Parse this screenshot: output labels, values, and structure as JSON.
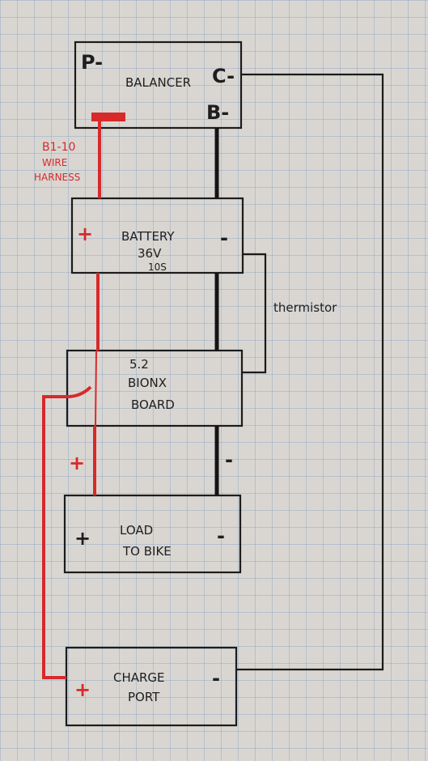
{
  "balancer": {
    "label": "BALANCER",
    "p_terminal": "P-",
    "c_terminal": "C-",
    "b_terminal": "B-"
  },
  "harness": {
    "line1": "B1-10",
    "line2": "WIRE",
    "line3": "HARNESS"
  },
  "battery": {
    "line1": "BATTERY",
    "line2": "36V",
    "line3": "10S",
    "plus": "+",
    "minus": "-"
  },
  "thermistor": {
    "label": "thermistor"
  },
  "board": {
    "line1": "5.2",
    "line2": "BIONX",
    "line3": "BOARD"
  },
  "board_plus": "+",
  "board_minus": "-",
  "load": {
    "line1": "LOAD",
    "line2": "TO BIKE",
    "plus": "+",
    "minus": "-"
  },
  "charge": {
    "line1": "CHARGE",
    "line2": "PORT",
    "plus": "+",
    "minus": "-"
  },
  "colors": {
    "positive_wire": "#d8292b",
    "negative_wire": "#1a1a1a",
    "grid": "#7896be"
  }
}
